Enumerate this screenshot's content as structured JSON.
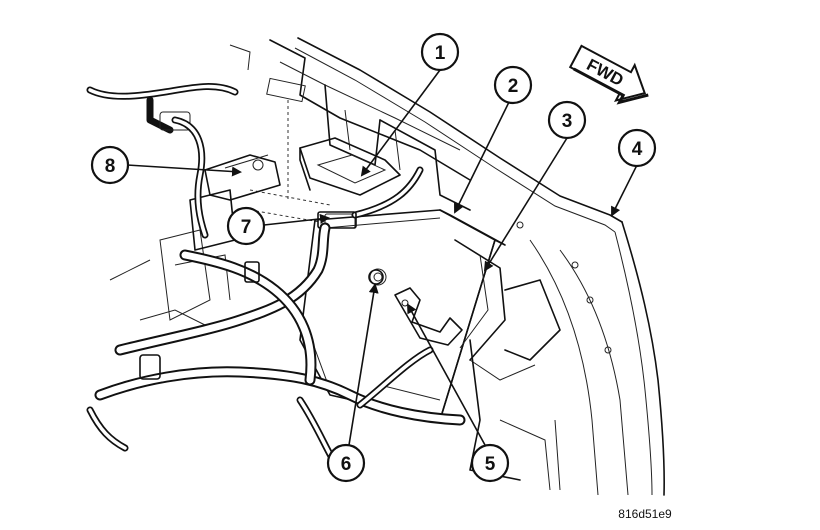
{
  "figure": {
    "code": "816d51e9",
    "direction_label": "FWD"
  },
  "callouts": [
    {
      "id": "callout-1",
      "number": "1"
    },
    {
      "id": "callout-2",
      "number": "2"
    },
    {
      "id": "callout-3",
      "number": "3"
    },
    {
      "id": "callout-4",
      "number": "4"
    },
    {
      "id": "callout-5",
      "number": "5"
    },
    {
      "id": "callout-6",
      "number": "6"
    },
    {
      "id": "callout-7",
      "number": "7"
    },
    {
      "id": "callout-8",
      "number": "8"
    }
  ]
}
